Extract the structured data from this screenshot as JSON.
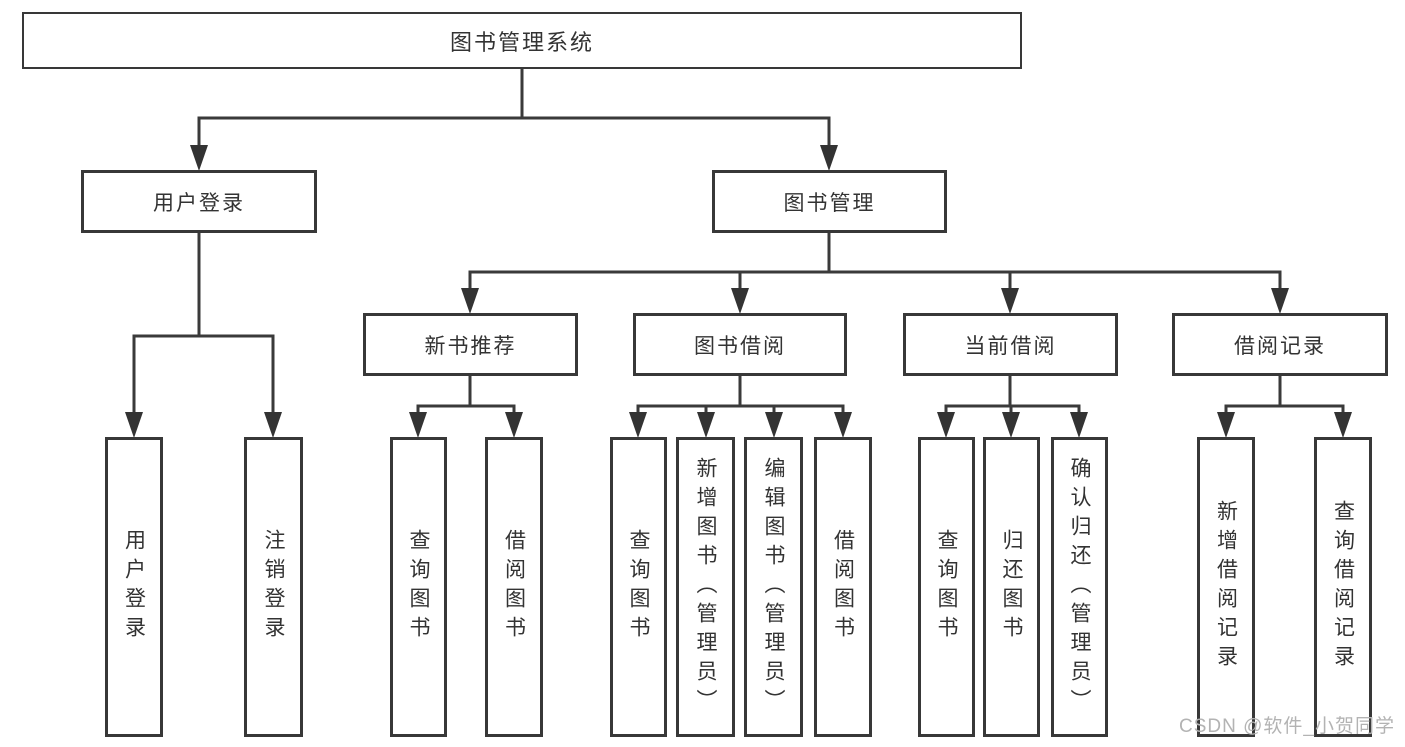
{
  "colors": {
    "background": "#ffffff",
    "line": "#3a3a3a",
    "arrow": "#333333",
    "box_border": "#383838",
    "text": "#333333",
    "watermark": "#b3b3b3"
  },
  "watermark": "CSDN @软件_小贺同学",
  "tree": {
    "root": "图书管理系统",
    "level2": {
      "user_login": "用户登录",
      "book_management": "图书管理"
    },
    "level3": {
      "new_book_recommend": "新书推荐",
      "book_borrow": "图书借阅",
      "current_borrow": "当前借阅",
      "borrow_records": "借阅记录"
    },
    "leaves": {
      "login": "用户登录",
      "logout": "注销登录",
      "recommend_query_books": "查询图书",
      "recommend_borrow_books": "借阅图书",
      "borrow_query_books": "查询图书",
      "borrow_add_books_admin": "新增图书（管理员）",
      "borrow_edit_books_admin": "编辑图书（管理员）",
      "borrow_borrow_books": "借阅图书",
      "current_query_books": "查询图书",
      "current_return_books": "归还图书",
      "current_confirm_return_admin": "确认归还（管理员）",
      "records_add_record": "新增借阅记录",
      "records_query_record": "查询借阅记录"
    }
  }
}
